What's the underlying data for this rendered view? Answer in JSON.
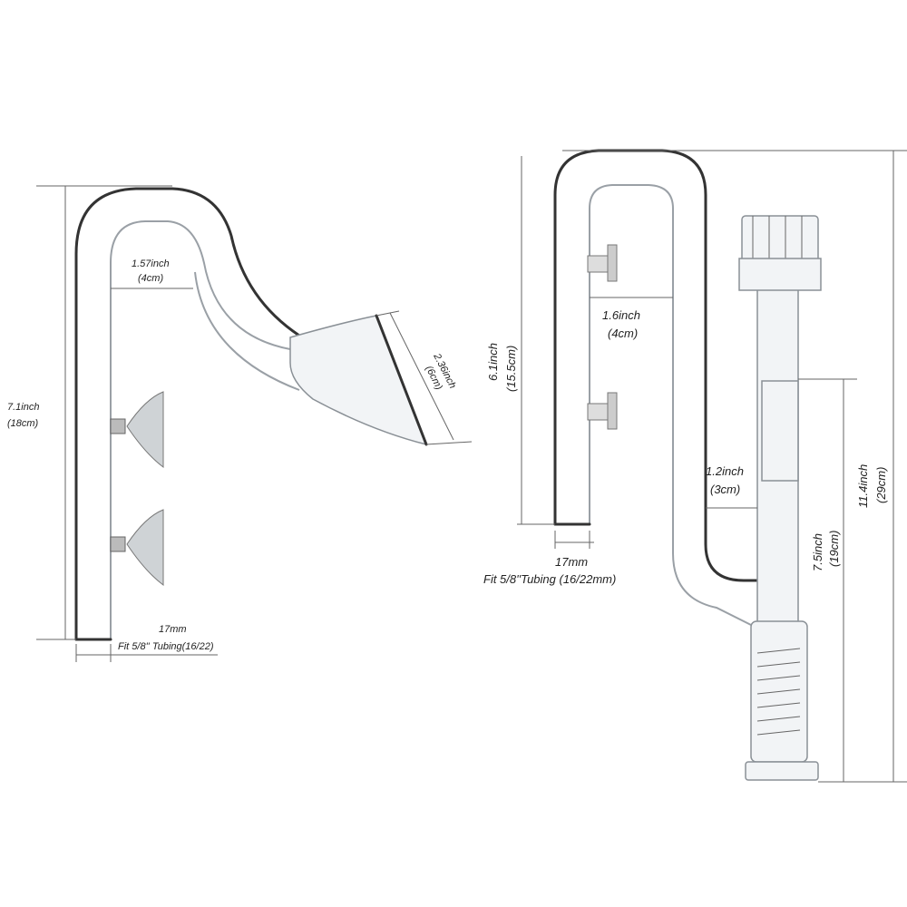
{
  "left": {
    "height": {
      "inch": "7.1inch",
      "cm": "(18cm)"
    },
    "gap": {
      "inch": "1.57inch",
      "cm": "(4cm)"
    },
    "mouth": {
      "inch": "2.36inch",
      "cm": "(6cm)"
    },
    "tube": {
      "mm": "17mm",
      "fit": "Fit 5/8'' Tubing(16/22)"
    }
  },
  "right": {
    "inlet_height": {
      "inch": "6.1inch",
      "cm": "(15.5cm)"
    },
    "gap": {
      "inch": "1.6inch",
      "cm": "(4cm)"
    },
    "inner_gap": {
      "inch": "1.2inch",
      "cm": "(3cm)"
    },
    "total_height": {
      "inch": "11.4inch",
      "cm": "(29cm)"
    },
    "lower_height": {
      "inch": "7.5inch",
      "cm": "(19cm)"
    },
    "tube": {
      "mm": "17mm",
      "fit": "Fit 5/8''Tubing (16/22mm)"
    }
  }
}
